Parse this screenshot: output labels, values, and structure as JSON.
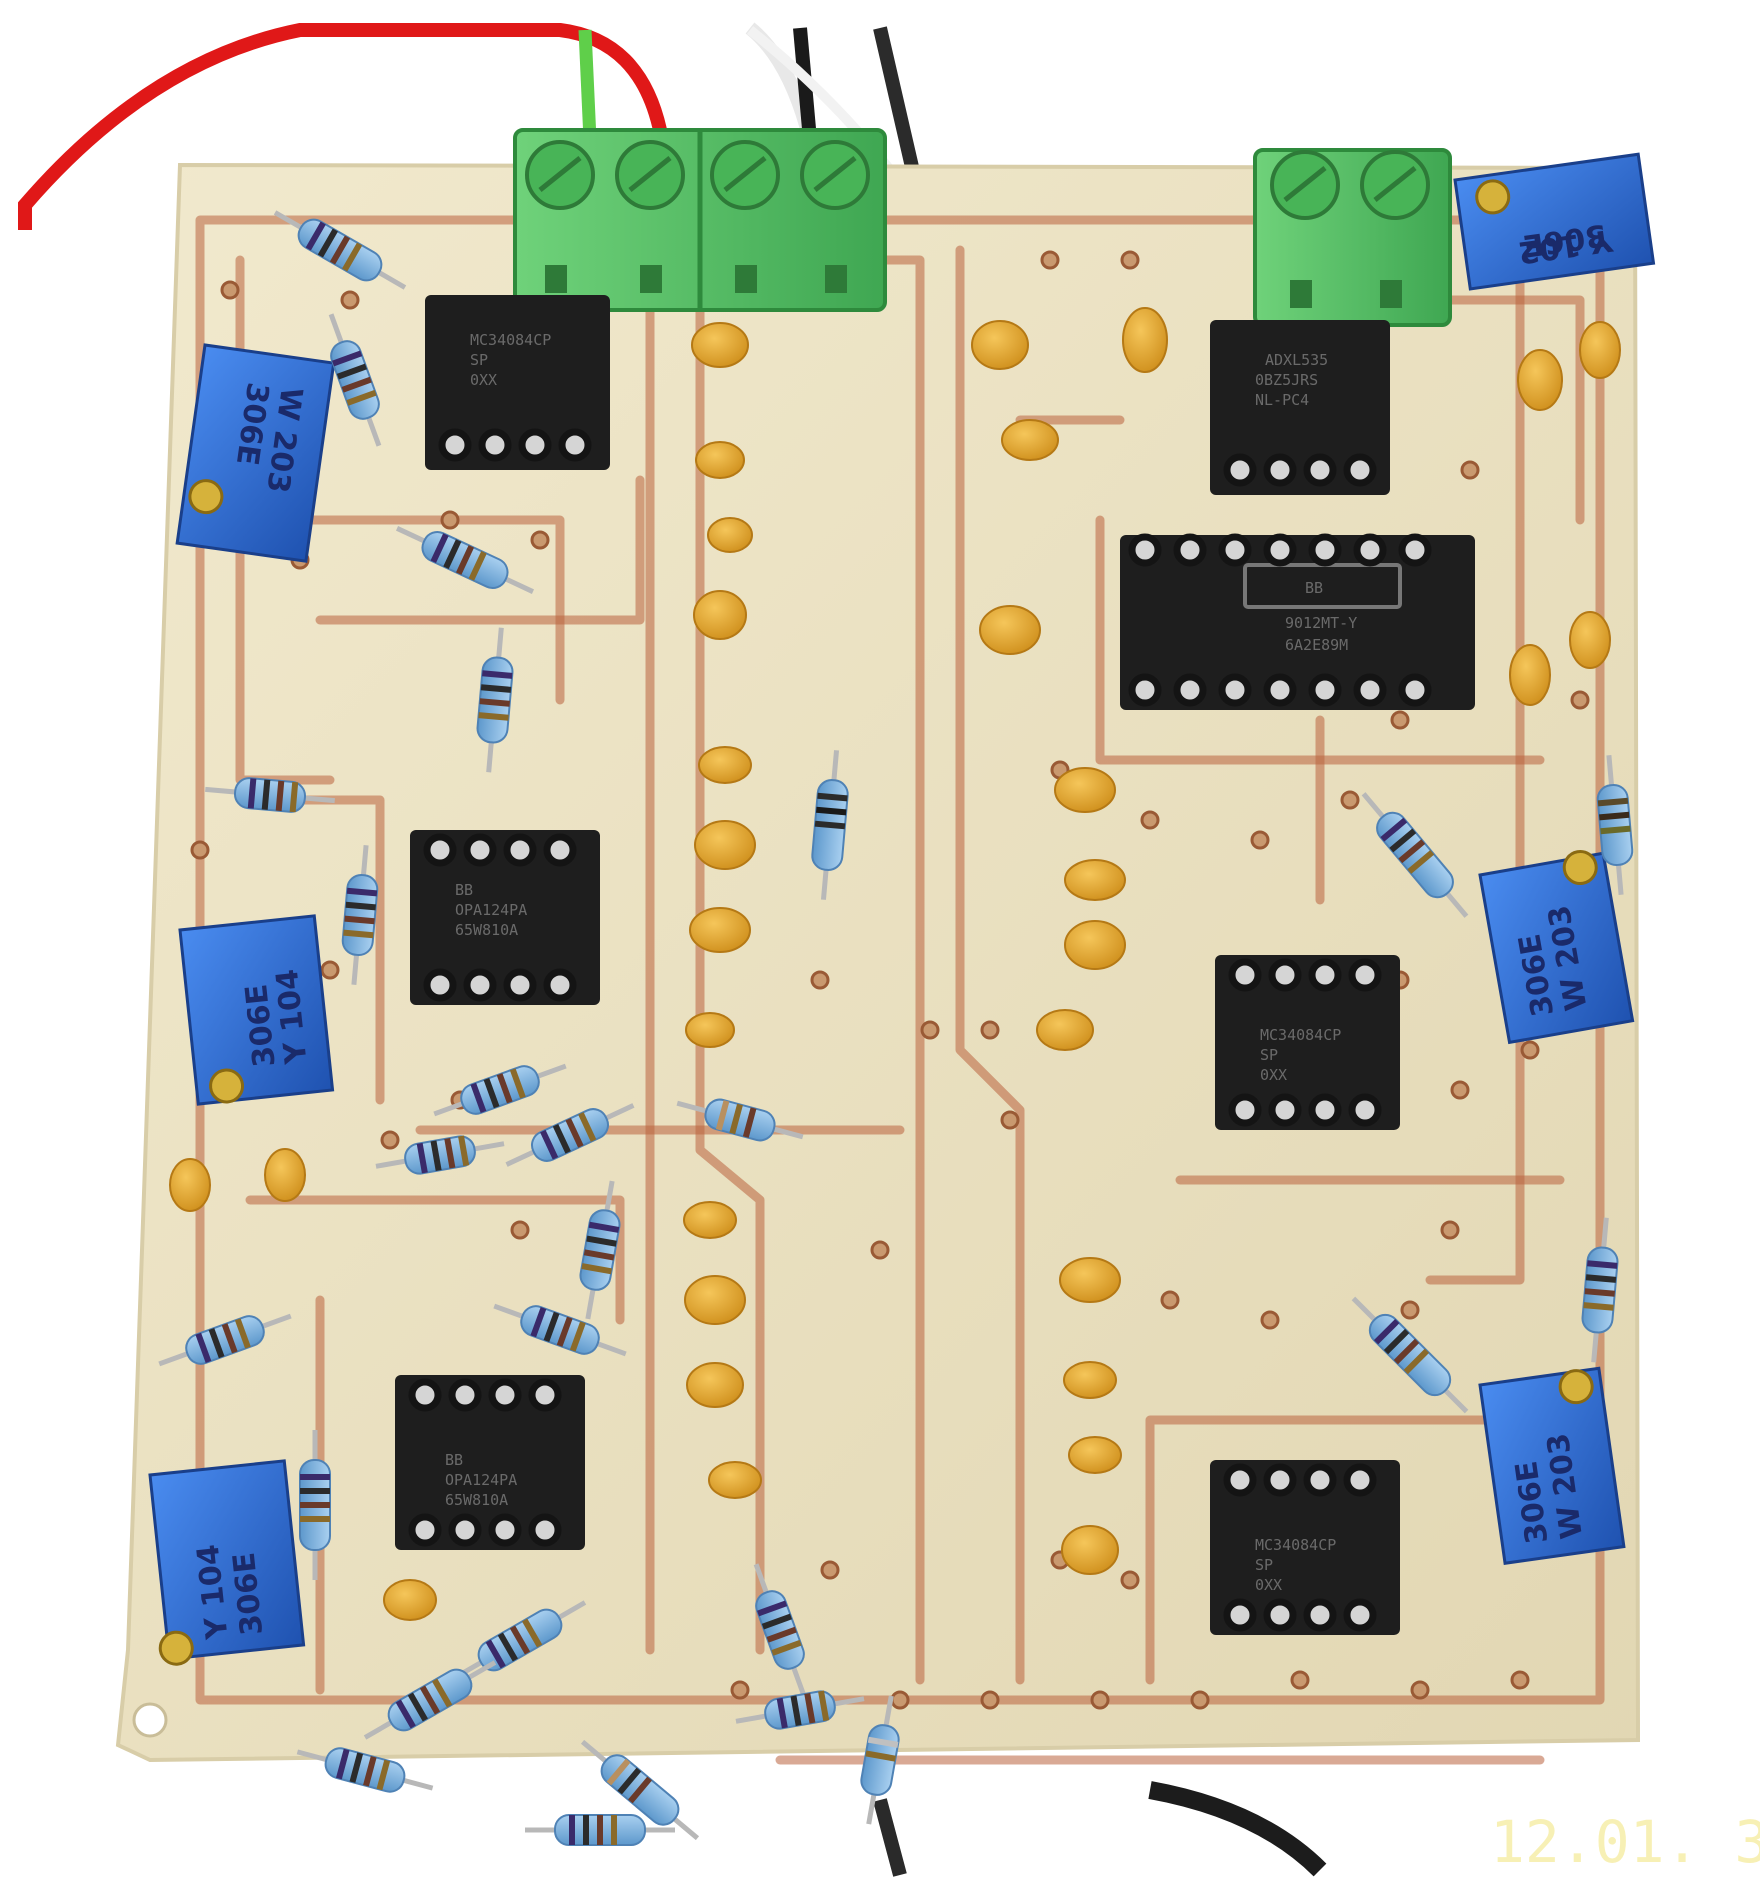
{
  "photo": {
    "subject": "hand-etched PCB with op-amp circuits",
    "colors": {
      "board": "#ece3c4",
      "copper_trace": "#b9623e",
      "ic_body": "#1e1e1e",
      "trimmer": "#2f6fd6",
      "terminal_block": "#5fc36a",
      "ceramic_cap": "#e2a62b",
      "resistor": "#7fb2dd"
    }
  },
  "ics": [
    {
      "id": "u1",
      "line1": "MC34084CP",
      "line2": "SP",
      "line3": "0XX"
    },
    {
      "id": "u2",
      "line1": "BB",
      "line2": "OPA124PA",
      "line3": "65W810A"
    },
    {
      "id": "u3",
      "line1": "BB",
      "line2": "OPA124PA",
      "line3": "65W810A"
    },
    {
      "id": "u4",
      "line1": "ADXL535",
      "line2": "0BZ5JRS",
      "line3": "NL-PC4"
    },
    {
      "id": "u5",
      "line1": "BB",
      "line2": "9012MT-Y",
      "line3": "6A2E89M"
    },
    {
      "id": "u6",
      "line1": "MC34084CP",
      "line2": "SP",
      "line3": "0XX"
    },
    {
      "id": "u7",
      "line1": "MC34084CP",
      "line2": "SP",
      "line3": "0XX"
    }
  ],
  "trimmers": [
    {
      "id": "rv1",
      "line1": "306E",
      "line2": "Y 102"
    },
    {
      "id": "rv2",
      "line1": "306E",
      "line2": "W 203"
    },
    {
      "id": "rv3",
      "line1": "306E",
      "line2": "Y 104"
    },
    {
      "id": "rv4",
      "line1": "306E",
      "line2": "W 203"
    },
    {
      "id": "rv5",
      "line1": "306E",
      "line2": "Y 104"
    },
    {
      "id": "rv6",
      "line1": "306E",
      "line2": "W 203"
    }
  ],
  "date_stamp": "12.01. 3"
}
